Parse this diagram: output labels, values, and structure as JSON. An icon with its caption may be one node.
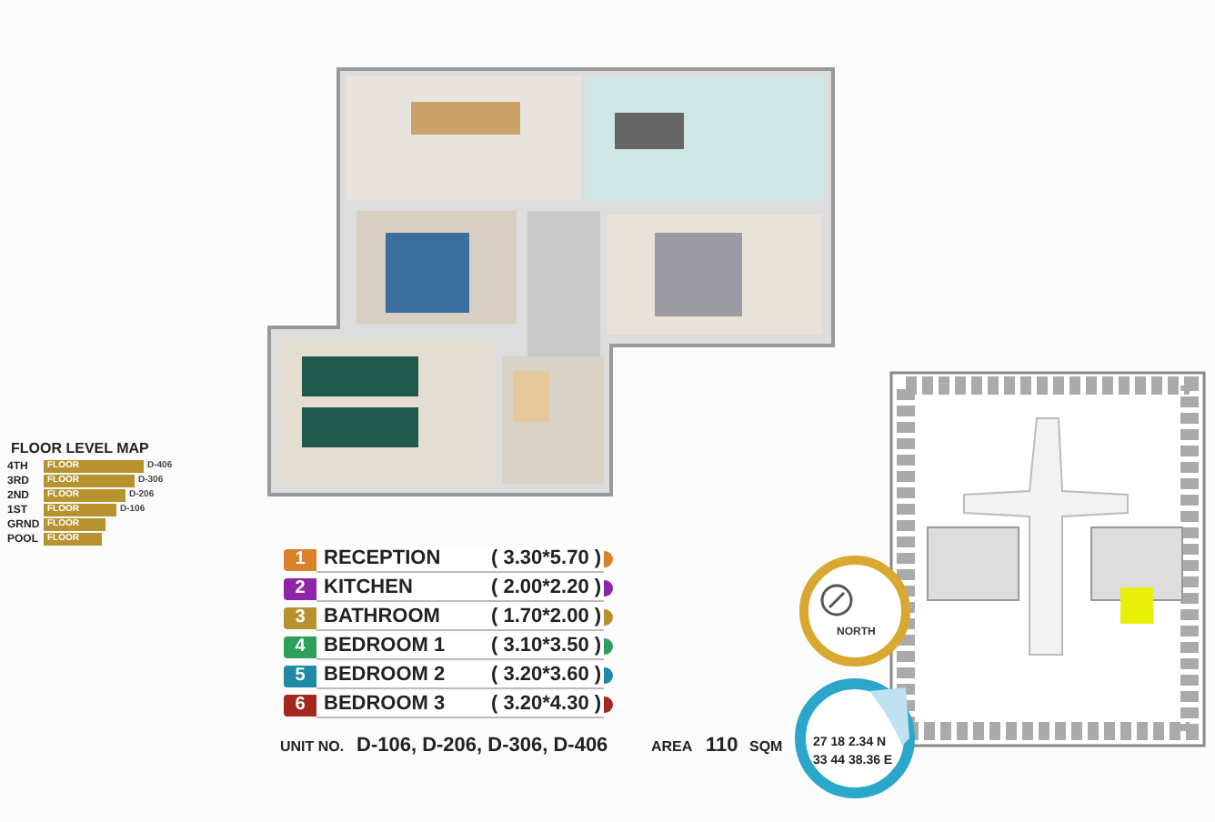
{
  "diagram": {
    "labels": [
      "FLOOR LEVEL MAP",
      "4TH",
      "FLOOR",
      "D-406",
      "3RD",
      "FLOOR",
      "D-306",
      "2ND",
      "FLOOR",
      "D-206",
      "1ST",
      "FLOOR",
      "D-106",
      "GRND",
      "FLOOR",
      "POOL",
      "FLOOR",
      "1",
      "RECEPTION",
      "( 3.30*5.70 )",
      "2",
      "KITCHEN",
      "( 2.00*2.20 )",
      "3",
      "BATHROOM",
      "( 1.70*2.00 )",
      "4",
      "BEDROOM 1",
      "( 3.10*3.50 )",
      "5",
      "BEDROOM 2",
      "( 3.20*3.60 )",
      "6",
      "BEDROOM 3",
      "( 3.20*4.30 )",
      "NORTH",
      "27 18 2.34 N",
      "33 44 38.36 E",
      "UNIT NO.",
      "D-106, D-206, D-306, D-406",
      "AREA",
      "110",
      "SQM"
    ]
  }
}
